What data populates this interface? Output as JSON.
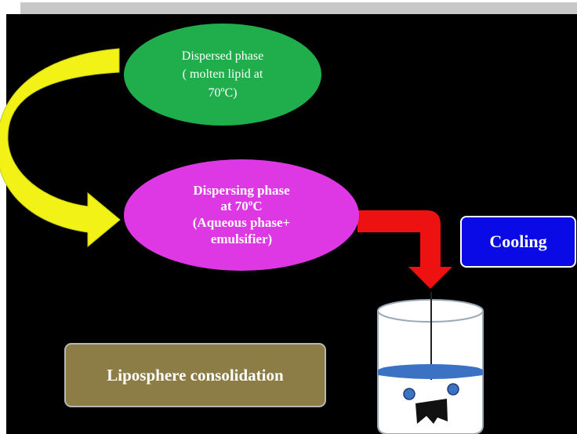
{
  "diagram": {
    "dispersed_phase": {
      "line1": "Dispersed phase",
      "line2": "( molten lipid at",
      "line3": "70ºC)"
    },
    "dispersing_phase": {
      "line1": "Dispersing phase",
      "line2": "at 70ºC",
      "line3": "(Aqueous phase+",
      "line4": "emulsifier)"
    },
    "cooling": {
      "label": "Cooling"
    },
    "consolidation": {
      "label": "Liposphere consolidation"
    }
  },
  "colors": {
    "background": "#000000",
    "dispersed_phase": "#1fae4b",
    "dispersing_phase": "#dd38e3",
    "cooling_box": "#0a0ae6",
    "consolidation_box": "#8c7c46",
    "curved_arrow": "#f2f216",
    "bent_arrow": "#ee1111",
    "liquid": "#3c72c4"
  },
  "icons": [
    "curved-arrow-icon",
    "bent-arrow-icon",
    "beaker-icon"
  ]
}
